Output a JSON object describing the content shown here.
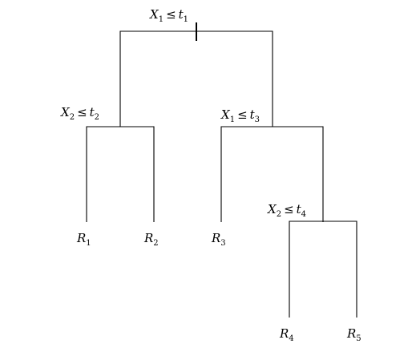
{
  "splits": [
    {
      "var": "X",
      "var_sub": "1",
      "op": "≤",
      "thr": "t",
      "thr_sub": "1"
    },
    {
      "var": "X",
      "var_sub": "2",
      "op": "≤",
      "thr": "t",
      "thr_sub": "2"
    },
    {
      "var": "X",
      "var_sub": "1",
      "op": "≤",
      "thr": "t",
      "thr_sub": "3"
    },
    {
      "var": "X",
      "var_sub": "2",
      "op": "≤",
      "thr": "t",
      "thr_sub": "4"
    }
  ],
  "leaves": [
    {
      "name": "R",
      "sub": "1"
    },
    {
      "name": "R",
      "sub": "2"
    },
    {
      "name": "R",
      "sub": "3"
    },
    {
      "name": "R",
      "sub": "4"
    },
    {
      "name": "R",
      "sub": "5"
    }
  ]
}
